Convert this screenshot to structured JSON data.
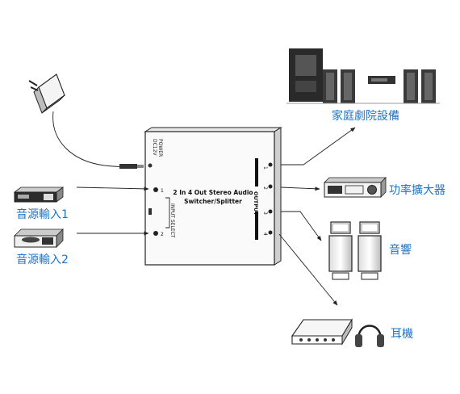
{
  "device": {
    "title_line1": "2 In 4 Out Stereo Audio",
    "title_line2": "Switcher/Splitter",
    "power_label": "POWER",
    "dc_label": "DC12V",
    "input_select_label": "INPUT SELECT",
    "output_label": "OUTPUT",
    "input_numbers": [
      "1",
      "2"
    ],
    "output_numbers": [
      "1",
      "2",
      "3",
      "4"
    ]
  },
  "labels": {
    "home_theater": "家庭劇院設備",
    "amplifier": "功率擴大器",
    "speakers": "音響",
    "headphones": "耳機",
    "source_input_1": "音源輸入1",
    "source_input_2": "音源輸入2"
  },
  "colors": {
    "label_blue": "#1e73c8",
    "line": "#222222"
  }
}
